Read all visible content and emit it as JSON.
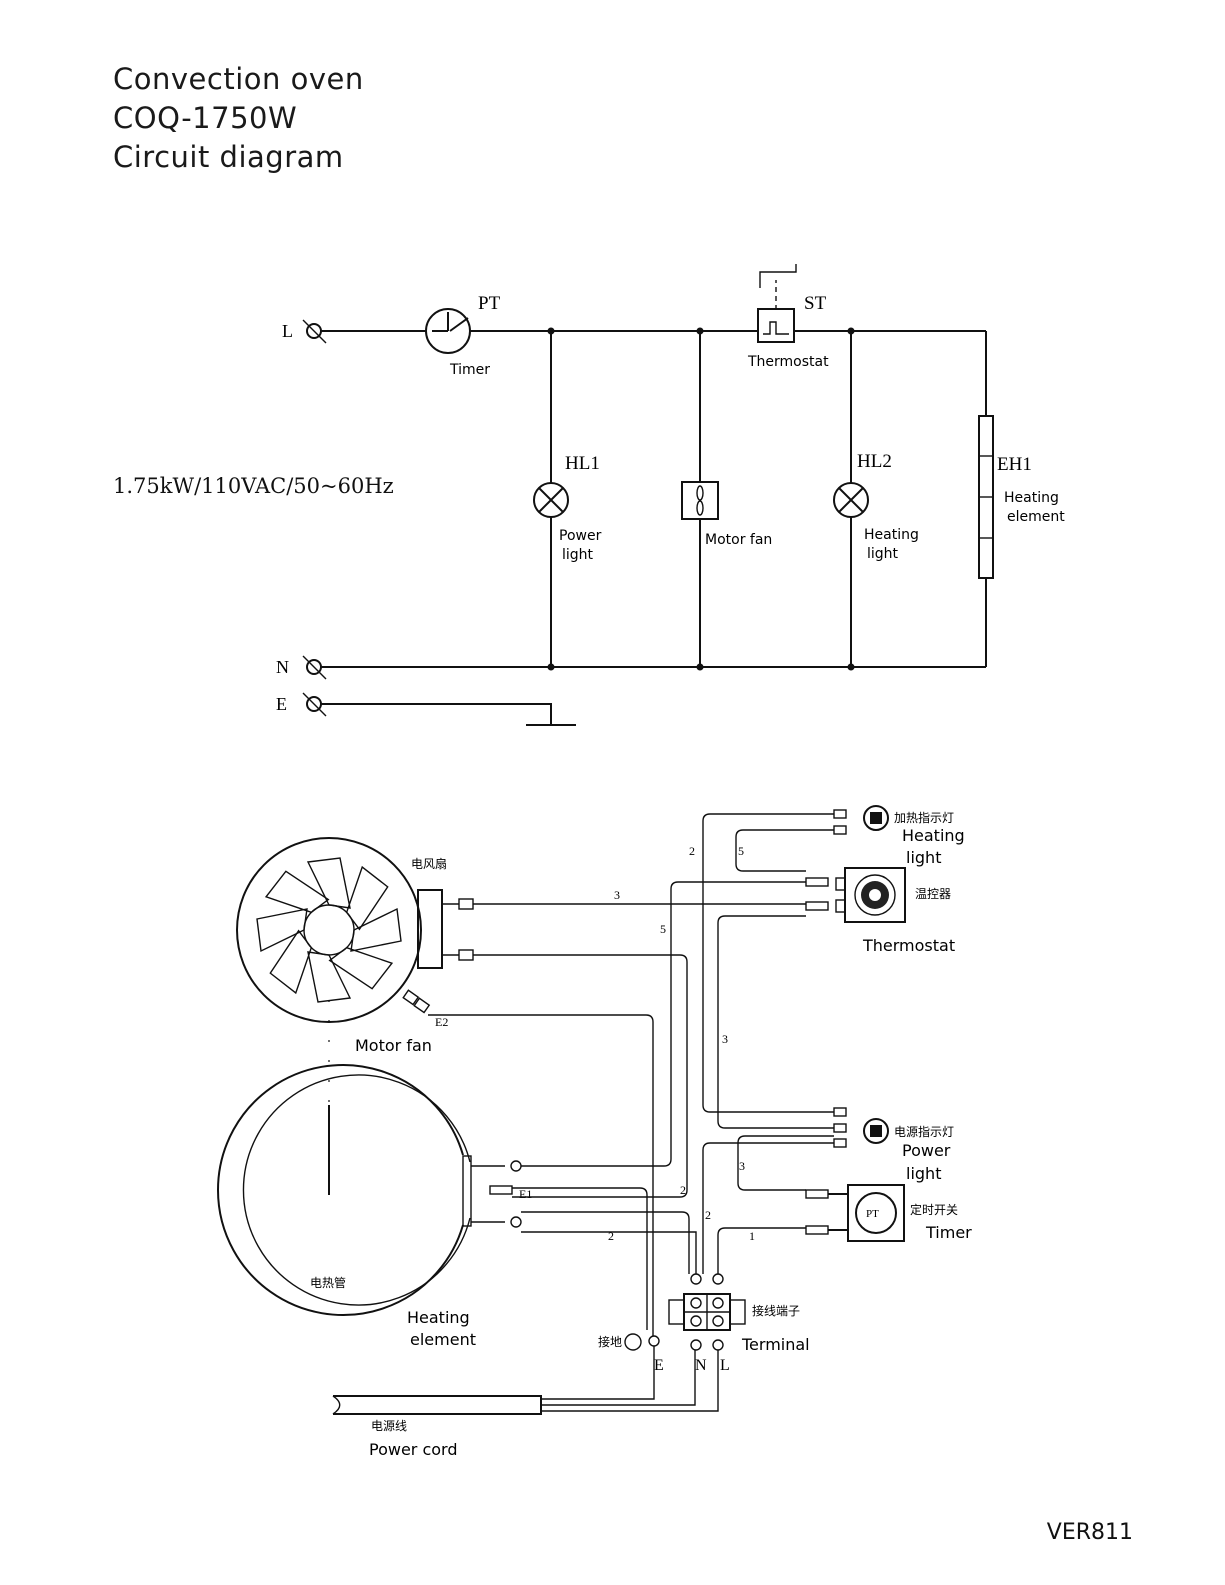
{
  "title": {
    "line1": "Convection oven",
    "line2": "COQ-1750W",
    "line3": "Circuit diagram"
  },
  "rating": "1.75kW/110VAC/50~60Hz",
  "version": "VER811",
  "schematic": {
    "terminal_L": "L",
    "terminal_N": "N",
    "terminal_E": "E",
    "pt_code": "PT",
    "pt_label": "Timer",
    "st_code": "ST",
    "st_label": "Thermostat",
    "hl1_code": "HL1",
    "hl1_label_1": "Power",
    "hl1_label_2": "light",
    "fan_label": "Motor fan",
    "hl2_code": "HL2",
    "hl2_label_1": "Heating",
    "hl2_label_2": "light",
    "eh1_code": "EH1",
    "eh1_label_1": "Heating",
    "eh1_label_2": "element"
  },
  "wiring": {
    "heat_light_cn": "加热指示灯",
    "heat_light_en_1": "Heating",
    "heat_light_en_2": "light",
    "thermostat_cn": "温控器",
    "thermostat_en": "Thermostat",
    "fan_cn": "电风扇",
    "fan_en": "Motor fan",
    "e2": "E2",
    "e1": "E1",
    "power_light_cn": "电源指示灯",
    "power_light_en_1": "Power",
    "power_light_en_2": "light",
    "timer_cn": "定时开关",
    "timer_en": "Timer",
    "timer_code": "PT",
    "element_cn": "电热管",
    "element_en_1": "Heating",
    "element_en_2": "element",
    "terminal_cn": "接线端子",
    "terminal_en": "Terminal",
    "ground_cn": "接地",
    "term_E": "E",
    "term_N": "N",
    "term_L": "L",
    "cord_cn": "电源线",
    "cord_en": "Power cord",
    "wire_nums": {
      "w2_top": "2",
      "w5_top": "5",
      "w3_fan": "3",
      "w5_mid": "5",
      "w3_mid": "3",
      "w3_low": "3",
      "w2_a": "2",
      "w2_b": "2",
      "w2_c": "2",
      "w1": "1"
    }
  }
}
